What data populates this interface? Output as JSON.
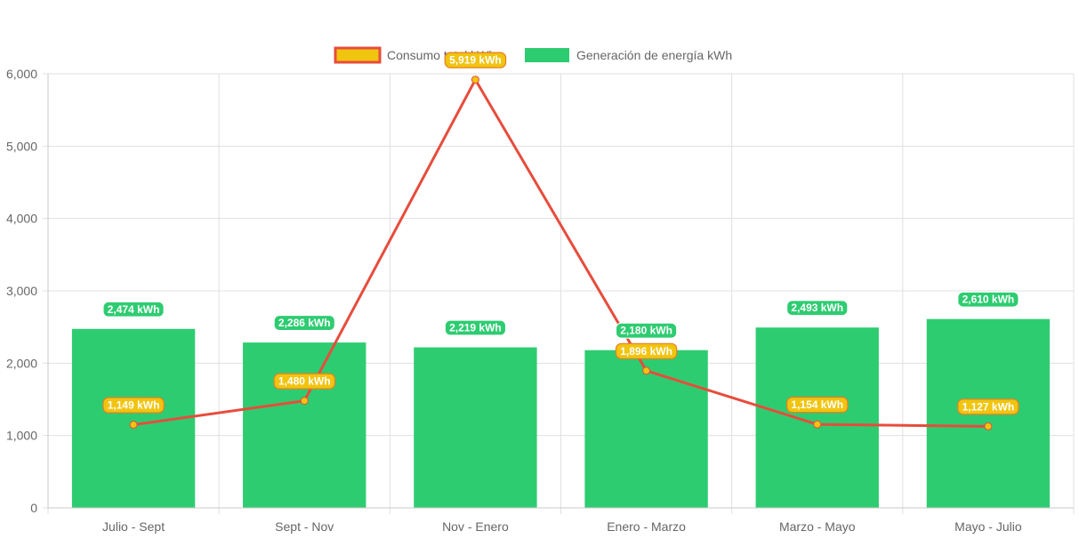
{
  "chart_data": {
    "type": "bar",
    "categories": [
      "Julio - Sept",
      "Sept - Nov",
      "Nov - Enero",
      "Enero - Marzo",
      "Marzo - Mayo",
      "Mayo - Julio"
    ],
    "series": [
      {
        "name": "Generación de energía kWh",
        "type": "bar",
        "values": [
          2474,
          2286,
          2219,
          2180,
          2493,
          2610
        ],
        "labels": [
          "2,474 kWh",
          "2,286 kWh",
          "2,219 kWh",
          "2,180 kWh",
          "2,493 kWh",
          "2,610 kWh"
        ],
        "color": "#2ecc71"
      },
      {
        "name": "Consumo total kWh",
        "type": "line",
        "values": [
          1149,
          1480,
          5919,
          1896,
          1154,
          1127
        ],
        "labels": [
          "1,149 kWh",
          "1,480 kWh",
          "5,919 kWh",
          "1,896 kWh",
          "1,154 kWh",
          "1,127 kWh"
        ],
        "color": "#e74c3c",
        "point_color": "#f1c40f"
      }
    ],
    "ylim": [
      0,
      6000
    ],
    "yticks": [
      "0",
      "1,000",
      "2,000",
      "3,000",
      "4,000",
      "5,000",
      "6,000"
    ],
    "grid": true,
    "legend_position": "top"
  }
}
